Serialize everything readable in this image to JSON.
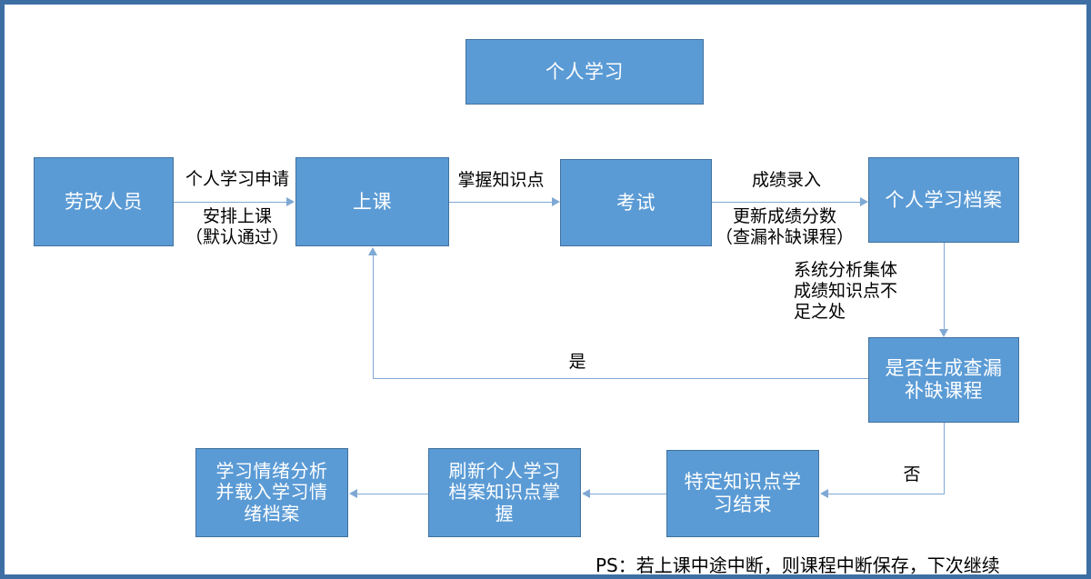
{
  "diagram": {
    "title_box": {
      "label": "个人学习"
    },
    "nodes": [
      {
        "id": "laborer",
        "label": "劳改人员"
      },
      {
        "id": "class",
        "label": "上课"
      },
      {
        "id": "exam",
        "label": "考试"
      },
      {
        "id": "archive",
        "label": "个人学习档案"
      },
      {
        "id": "decision",
        "label": "是否生成查漏\n补缺课程"
      },
      {
        "id": "finish",
        "label": "特定知识点学\n习结束"
      },
      {
        "id": "refresh",
        "label": "刷新个人学习\n档案知识点掌\n握"
      },
      {
        "id": "emotion",
        "label": "学习情绪分析\n并载入学习情\n绪档案"
      }
    ],
    "edge_labels": {
      "apply_above": "个人学习申请",
      "apply_below": "安排上课\n（默认通过）",
      "master_point": "掌握知识点",
      "score_above": "成绩录入",
      "score_below": "更新成绩分数\n（查漏补缺课程）",
      "analysis": "系统分析集体\n成绩知识点不\n足之处",
      "yes": "是",
      "no": "否"
    },
    "footnote": "PS：若上课中途中断，则课程中断保存，下次继续",
    "colors": {
      "node_fill": "#5B9BD5",
      "node_border": "#41719C",
      "frame_border": "#3D6FA5",
      "connector": "#7FA9D4",
      "node_text": "#FFFFFF",
      "label_text": "#000000"
    }
  }
}
